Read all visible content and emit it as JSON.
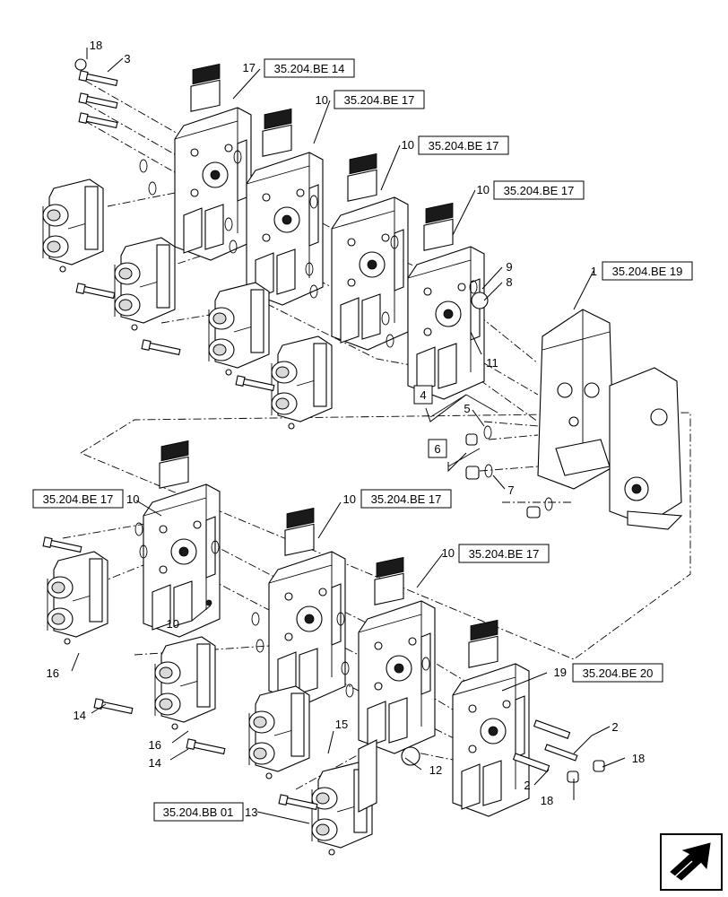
{
  "callouts": {
    "c18a": "18",
    "c3": "3",
    "c17": "17",
    "r17": "35.204.BE 14",
    "c10a": "10",
    "r10a": "35.204.BE 17",
    "c10b": "10",
    "r10b": "35.204.BE 17",
    "c10c": "10",
    "r10c": "35.204.BE 17",
    "c9": "9",
    "c8": "8",
    "c11": "11",
    "c1": "1",
    "r1": "35.204.BE 19",
    "c4": "4",
    "c5": "5",
    "c6": "6",
    "c7": "7",
    "c10d": "10",
    "r10d": "35.204.BE 17",
    "c10e": "10",
    "r10e": "35.204.BE 17",
    "c10f": "10",
    "r10f": "35.204.BE 17",
    "c10g": "10",
    "c19": "19",
    "r19": "35.204.BE 20",
    "c16a": "16",
    "c14a": "14",
    "c16b": "16",
    "c14b": "14",
    "c15": "15",
    "c12": "12",
    "c2a": "2",
    "c2b": "2",
    "c18b": "18",
    "c18c": "18",
    "c13": "13",
    "r13": "35.204.BB 01"
  },
  "nav_arrow_icon": "next-page-arrow-icon"
}
